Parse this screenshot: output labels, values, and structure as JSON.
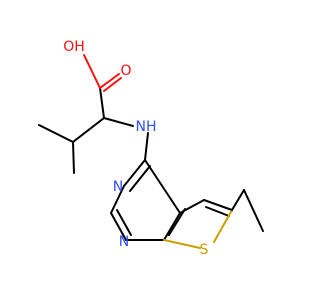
{
  "molecule": {
    "atoms": {
      "OH": {
        "text": "OH",
        "color": "#ff0d0d"
      },
      "O": {
        "text": "O",
        "color": "#ff0d0d"
      },
      "NH": {
        "text": "NH",
        "color": "#3050f8"
      },
      "N1": {
        "text": "N",
        "color": "#3050f8"
      },
      "N2": {
        "text": "N",
        "color": "#3050f8"
      },
      "S": {
        "text": "S",
        "color": "#c8a000"
      }
    },
    "colors": {
      "bond": "#000000",
      "oxygen": "#ff0d0d",
      "nitrogen": "#3050f8",
      "sulfur": "#c8a000"
    }
  }
}
